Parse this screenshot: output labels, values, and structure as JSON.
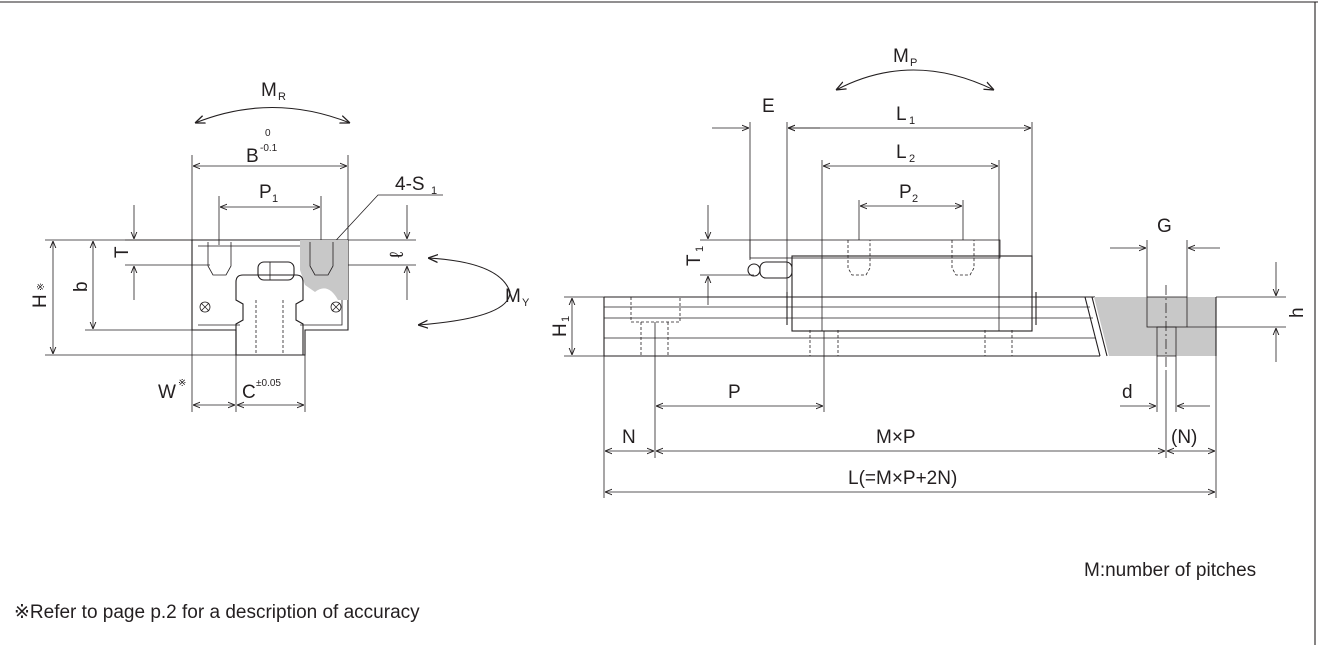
{
  "labels": {
    "moment_roll": "M",
    "moment_roll_sub": "R",
    "moment_pitch": "M",
    "moment_pitch_sub": "P",
    "moment_yaw": "M",
    "moment_yaw_sub": "Y",
    "block_width": "B",
    "block_width_tol_upper": "0",
    "block_width_tol_lower": "-0.1",
    "mount_holes": "4-S",
    "mount_holes_sub": "1",
    "hole_pitch_cross": "P",
    "hole_pitch_cross_sub": "1",
    "thread_depth": "T",
    "height": "H",
    "height_mark": "※",
    "height_b": "b",
    "ell": "ℓ",
    "rail_offset": "W",
    "rail_offset_mark": "※",
    "rail_width": "C",
    "rail_width_tol": "±0.05",
    "grease_offset": "E",
    "block_length": "L",
    "block_length_sub": "1",
    "body_length": "L",
    "body_length_sub": "2",
    "hole_pitch_long": "P",
    "hole_pitch_long_sub": "2",
    "thread_depth_t1": "T",
    "thread_depth_t1_sub": "1",
    "rail_height": "H",
    "rail_height_sub": "1",
    "counterbore_dia": "G",
    "counterbore_depth": "h",
    "rail_pitch": "P",
    "hole_dia": "d",
    "end_distance": "N",
    "pitch_total": "M×P",
    "end_distance_paren": "(N)",
    "rail_length": "L(=M×P+2N)"
  },
  "notes": {
    "pitch_note": "M:number of pitches",
    "accuracy_note": "※Refer to page p.2 for a description of accuracy"
  }
}
